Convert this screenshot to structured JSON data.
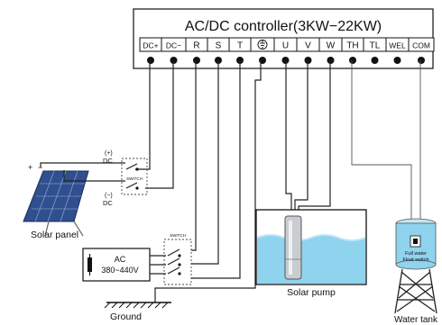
{
  "controller": {
    "title": "AC/DC controller(3KW−22KW)",
    "terminals": [
      "DC+",
      "DC−",
      "R",
      "S",
      "T",
      "⏚",
      "U",
      "V",
      "W",
      "TH",
      "TL",
      "WEL",
      "COM"
    ]
  },
  "dc_input": {
    "positive_sign": "(+)",
    "positive_label": "DC",
    "negative_sign": "(−)",
    "negative_label": "DC",
    "switch_label": "SWITCH"
  },
  "ac_input": {
    "switch_label": "SWITCH",
    "line1": "AC",
    "line2": "380~440V"
  },
  "labels": {
    "solar_panel": "Solar panel",
    "solar_pump": "Solar pump",
    "ground": "Ground",
    "water_tank": "Water tank",
    "float_line1": "Full water",
    "float_line2": "Float switch"
  },
  "colors": {
    "water": "#8fd3ee",
    "water_light": "#bfe7f7",
    "panel_blue": "#2f4f8f",
    "panel_grid": "#9fb4dc",
    "pump_gray": "#c9ccd0"
  }
}
